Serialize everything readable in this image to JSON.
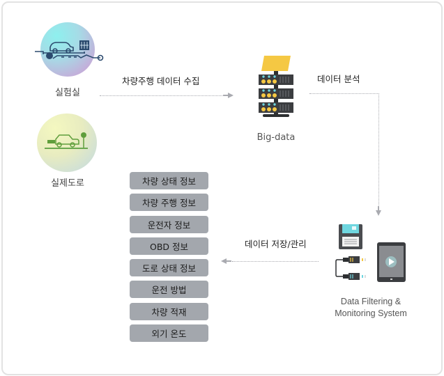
{
  "sources": [
    {
      "label": "실험실",
      "icon": "laboratory-test-bench-icon"
    },
    {
      "label": "실제도로",
      "icon": "car-on-road-icon"
    }
  ],
  "flows": {
    "collect": "차량주행 데이터 수집",
    "analyze": "데이터 분석",
    "store": "데이터 저장/관리"
  },
  "bigdata": {
    "label": "Big-data",
    "icon": "server-rack-icon"
  },
  "monitoring": {
    "label_line1": "Data Filtering &",
    "label_line2": "Monitoring System",
    "icons": [
      "floppy-disk-icon",
      "cable-connector-icon",
      "tablet-video-icon"
    ]
  },
  "info_items": [
    "차량 상태 정보",
    "차량 주행 정보",
    "운전자 정보",
    "OBD 정보",
    "도로 상태 정보",
    "운전 방법",
    "차량 적재",
    "외기 온도"
  ],
  "colors": {
    "box_fill": "#a3a7ad",
    "arrow": "#a9aab0",
    "server_body": "#3b3d40",
    "server_yellow": "#f5c843",
    "server_cyan": "#6fd6df",
    "road_green": "#6aa84f"
  }
}
